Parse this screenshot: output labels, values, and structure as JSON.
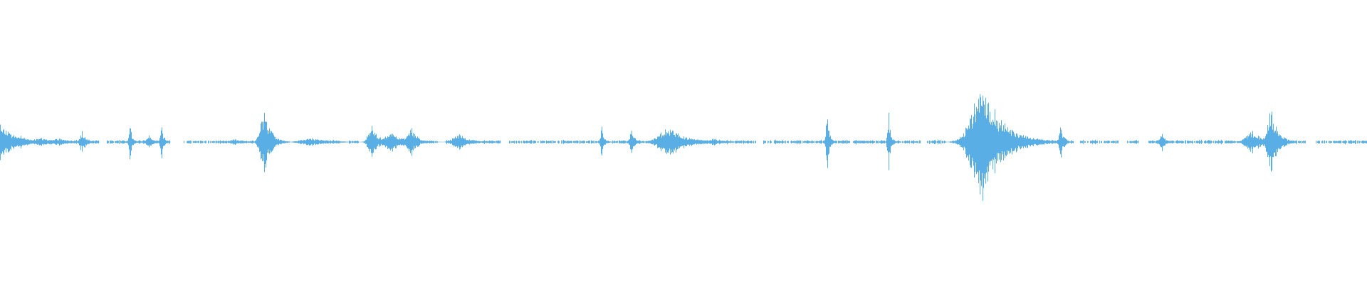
{
  "waveform": {
    "color": "#5aaee6",
    "background": "#ffffff",
    "events": [
      {
        "t": 0.0,
        "amp": 0.06,
        "dur": 0.014
      },
      {
        "t": 0.015,
        "amp": 0.02,
        "dur": 0.01
      },
      {
        "t": 0.03,
        "amp": 0.015,
        "dur": 0.012
      },
      {
        "t": 0.043,
        "amp": 0.012,
        "dur": 0.01
      },
      {
        "t": 0.06,
        "amp": 0.035,
        "dur": 0.004
      },
      {
        "t": 0.095,
        "amp": 0.055,
        "dur": 0.002
      },
      {
        "t": 0.109,
        "amp": 0.02,
        "dur": 0.004
      },
      {
        "t": 0.118,
        "amp": 0.06,
        "dur": 0.002
      },
      {
        "t": 0.172,
        "amp": 0.01,
        "dur": 0.008
      },
      {
        "t": 0.193,
        "amp": 0.11,
        "dur": 0.006
      },
      {
        "t": 0.228,
        "amp": 0.012,
        "dur": 0.016
      },
      {
        "t": 0.272,
        "amp": 0.05,
        "dur": 0.006
      },
      {
        "t": 0.287,
        "amp": 0.03,
        "dur": 0.012
      },
      {
        "t": 0.301,
        "amp": 0.045,
        "dur": 0.006
      },
      {
        "t": 0.336,
        "amp": 0.025,
        "dur": 0.01
      },
      {
        "t": 0.44,
        "amp": 0.05,
        "dur": 0.002
      },
      {
        "t": 0.462,
        "amp": 0.04,
        "dur": 0.003
      },
      {
        "t": 0.49,
        "amp": 0.05,
        "dur": 0.016
      },
      {
        "t": 0.523,
        "amp": 0.012,
        "dur": 0.008
      },
      {
        "t": 0.605,
        "amp": 0.09,
        "dur": 0.002
      },
      {
        "t": 0.65,
        "amp": 0.09,
        "dur": 0.002
      },
      {
        "t": 0.719,
        "amp": 0.18,
        "dur": 0.018
      },
      {
        "t": 0.776,
        "amp": 0.05,
        "dur": 0.003
      },
      {
        "t": 0.85,
        "amp": 0.03,
        "dur": 0.003
      },
      {
        "t": 0.916,
        "amp": 0.035,
        "dur": 0.01
      },
      {
        "t": 0.93,
        "amp": 0.11,
        "dur": 0.006
      }
    ],
    "gaps": [
      [
        0.072,
        0.078
      ],
      [
        0.124,
        0.134
      ],
      [
        0.208,
        0.216
      ],
      [
        0.248,
        0.255
      ],
      [
        0.262,
        0.268
      ],
      [
        0.32,
        0.326
      ],
      [
        0.336,
        0.342
      ],
      [
        0.366,
        0.372
      ],
      [
        0.553,
        0.558
      ],
      [
        0.673,
        0.678
      ],
      [
        0.692,
        0.7
      ],
      [
        0.755,
        0.765
      ],
      [
        0.785,
        0.79
      ],
      [
        0.818,
        0.824
      ],
      [
        0.833,
        0.84
      ],
      [
        0.955,
        0.962
      ]
    ]
  }
}
